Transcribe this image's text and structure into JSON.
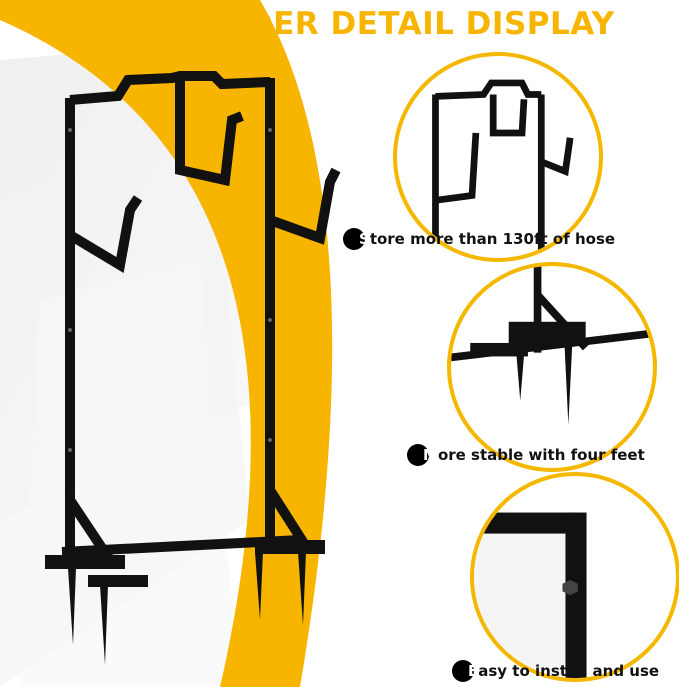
{
  "title": "HOSE HOLDER DETAIL DISPLAY",
  "features": [
    {
      "first": "S",
      "rest": "tore more than 130ft of hose"
    },
    {
      "first": "M",
      "rest": "ore stable with four feet"
    },
    {
      "first": "E",
      "rest": "asy to install and use"
    }
  ],
  "colors": {
    "accent": "#f7b500",
    "frame": "#111111",
    "text": "#111111"
  }
}
